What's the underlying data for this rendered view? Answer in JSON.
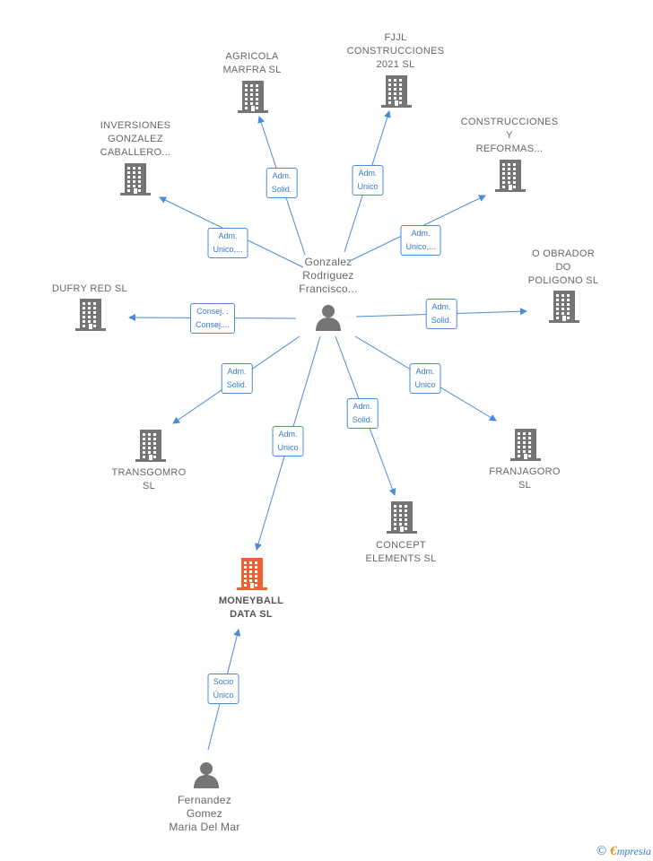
{
  "colors": {
    "edge": "#4a8ad8",
    "building": "#757575",
    "highlight": "#f06030",
    "person": "#757575"
  },
  "persons": {
    "center": {
      "lines": [
        "Gonzalez",
        "Rodriguez",
        "Francisco..."
      ]
    },
    "bottom": {
      "lines": [
        "Fernandez",
        "Gomez",
        "Maria Del Mar"
      ]
    }
  },
  "companies": [
    {
      "lines": [
        "AGRICOLA",
        "MARFRA  SL"
      ]
    },
    {
      "lines": [
        "FJJL",
        "CONSTRUCCIONES",
        "2021  SL"
      ]
    },
    {
      "lines": [
        "INVERSIONES",
        "GONZALEZ",
        "CABALLERO..."
      ]
    },
    {
      "lines": [
        "CONSTRUCCIONES",
        "Y",
        "REFORMAS..."
      ]
    },
    {
      "lines": [
        "O OBRADOR",
        "DO",
        "POLIGONO  SL"
      ]
    },
    {
      "lines": [
        "DUFRY RED  SL"
      ]
    },
    {
      "lines": [
        "TRANSGOMRO",
        "SL"
      ]
    },
    {
      "lines": [
        "FRANJAGORO",
        "SL"
      ]
    },
    {
      "lines": [
        "CONCEPT",
        "ELEMENTS  SL"
      ]
    },
    {
      "lines": [
        "MONEYBALL",
        "DATA  SL"
      ],
      "highlight": true
    }
  ],
  "relations": [
    {
      "lines": [
        "Adm.",
        "Solid."
      ]
    },
    {
      "lines": [
        "Adm.",
        "Unico"
      ]
    },
    {
      "lines": [
        "Adm.",
        "Unico,..."
      ]
    },
    {
      "lines": [
        "Adm.",
        "Unico,..."
      ]
    },
    {
      "lines": [
        "Adm.",
        "Solid."
      ]
    },
    {
      "lines": [
        "Consej. .",
        "Consej...."
      ]
    },
    {
      "lines": [
        "Adm.",
        "Solid."
      ]
    },
    {
      "lines": [
        "Adm.",
        "Unico"
      ]
    },
    {
      "lines": [
        "Adm.",
        "Solid."
      ]
    },
    {
      "lines": [
        "Adm.",
        "Unico"
      ]
    },
    {
      "lines": [
        "Socio",
        "Único"
      ]
    }
  ],
  "footer": {
    "copyright": "©",
    "brand_initial": "€",
    "brand_rest": "mpresia"
  }
}
